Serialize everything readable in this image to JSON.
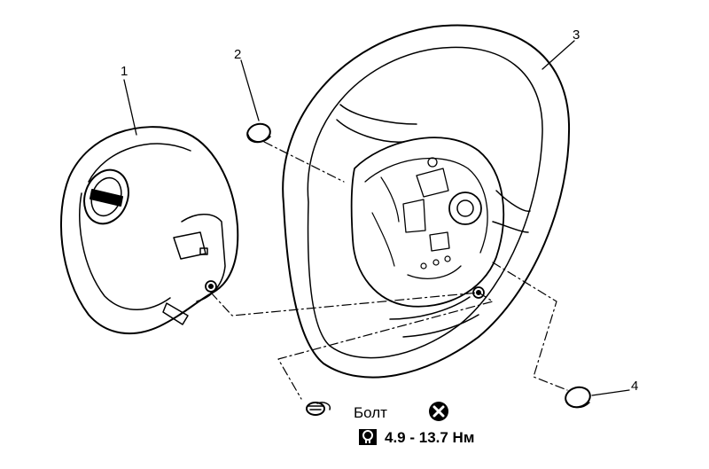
{
  "callouts": {
    "c1": "1",
    "c2": "2",
    "c3": "3",
    "c4": "4"
  },
  "bolt": {
    "label": "Болт",
    "torque": "4.9 - 13.7 Нм"
  },
  "icons": {
    "discard": "x-circle-icon",
    "torque": "torque-wrench-icon"
  },
  "colors": {
    "line": "#000000",
    "background": "#ffffff"
  }
}
